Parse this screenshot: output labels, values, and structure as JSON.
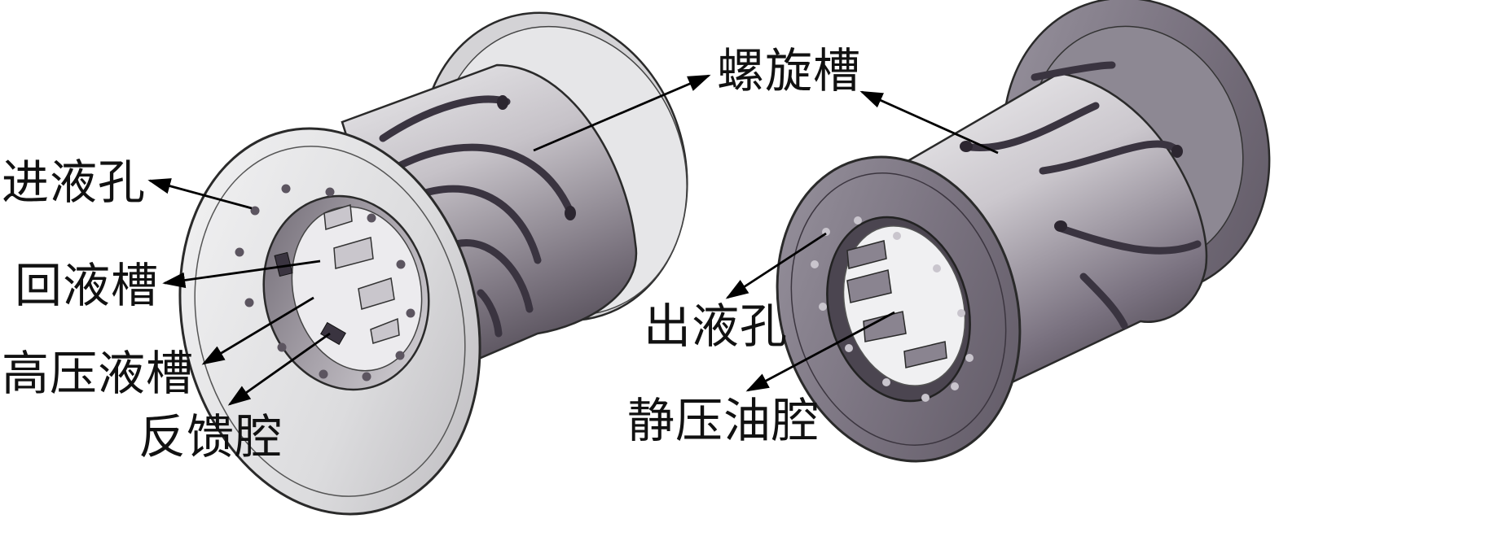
{
  "labels": {
    "spiral_groove": "螺旋槽",
    "inlet_hole": "进液孔",
    "return_groove": "回液槽",
    "high_pressure_groove": "高压液槽",
    "feedback_cavity": "反馈腔",
    "outlet_hole": "出液孔",
    "static_pressure_pocket": "静压油腔"
  },
  "colors": {
    "line": "#000000",
    "text": "#111111",
    "metal_light": "#e4e4e6",
    "metal_mid": "#a9a4ac",
    "metal_dark": "#5e5762",
    "edge": "#2a2a2a"
  }
}
